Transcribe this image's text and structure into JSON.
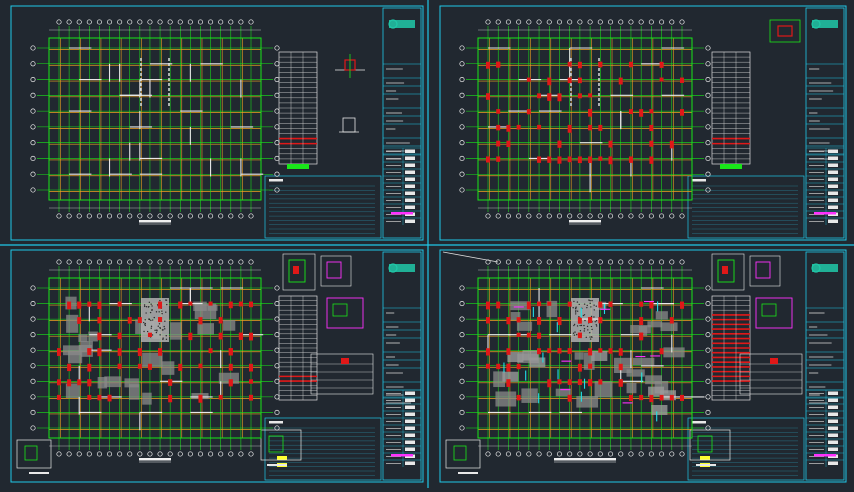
{
  "viewport": {
    "background": "#212830"
  },
  "colors": {
    "frame": "#20c8e8",
    "grid_green": "#19e619",
    "grid_orange": "#f0a020",
    "wall_white": "#e8e8e8",
    "column_red": "#e01818",
    "hatch_gray": "#8a8a8a",
    "magenta": "#ff30ff",
    "yellow": "#ffff30",
    "cyan": "#20e0e8",
    "logo": "#20c8a8"
  },
  "sheets": [
    {
      "id": "sheet-1",
      "kind": "pile-layout",
      "has_table": true,
      "has_red_columns": false,
      "has_hatch": false,
      "has_detail_right": true
    },
    {
      "id": "sheet-2",
      "kind": "foundation-plan",
      "has_table": true,
      "has_red_columns": true,
      "has_hatch": false,
      "has_detail_right": true
    },
    {
      "id": "sheet-3",
      "kind": "beam-plan",
      "has_table": true,
      "has_red_columns": true,
      "has_hatch": true,
      "has_detail_right": true
    },
    {
      "id": "sheet-4",
      "kind": "slab-plan",
      "has_table": true,
      "has_red_columns": true,
      "has_hatch": true,
      "has_detail_right": true
    }
  ]
}
